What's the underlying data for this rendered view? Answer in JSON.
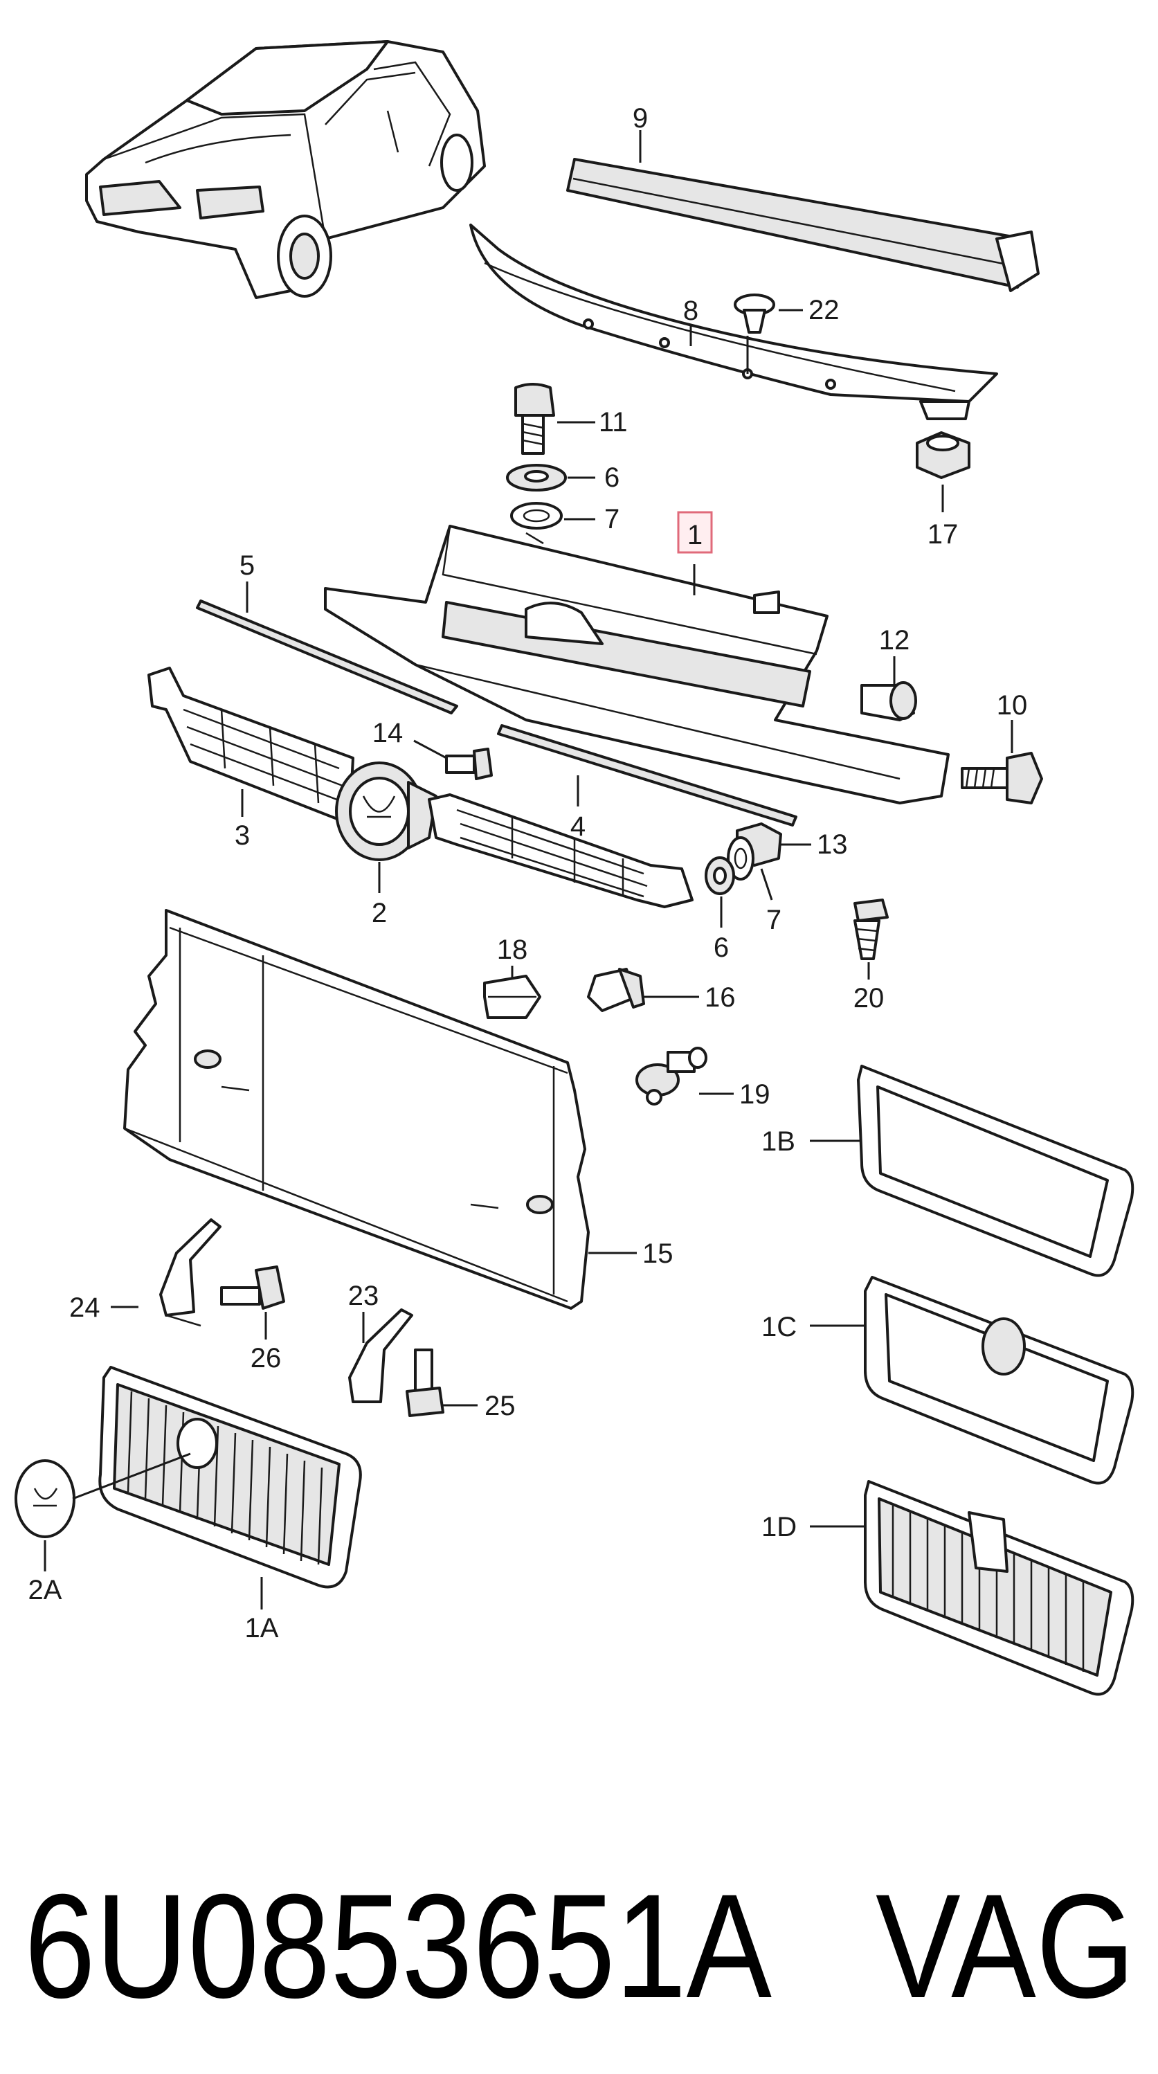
{
  "callouts": {
    "c1": "1",
    "c2": "2",
    "c2A": "2A",
    "c3": "3",
    "c4": "4",
    "c5": "5",
    "c6a": "6",
    "c6b": "6",
    "c7a": "7",
    "c7b": "7",
    "c8": "8",
    "c9": "9",
    "c10": "10",
    "c11": "11",
    "c12": "12",
    "c13": "13",
    "c14": "14",
    "c15": "15",
    "c16": "16",
    "c17": "17",
    "c18": "18",
    "c19": "19",
    "c20": "20",
    "c22": "22",
    "c23": "23",
    "c24": "24",
    "c25": "25",
    "c26": "26",
    "c1A": "1A",
    "c1B": "1B",
    "c1C": "1C",
    "c1D": "1D"
  },
  "footer": {
    "part_number": "6U0853651A",
    "brand": "VAG"
  },
  "highlight_color": "#e06a7a"
}
